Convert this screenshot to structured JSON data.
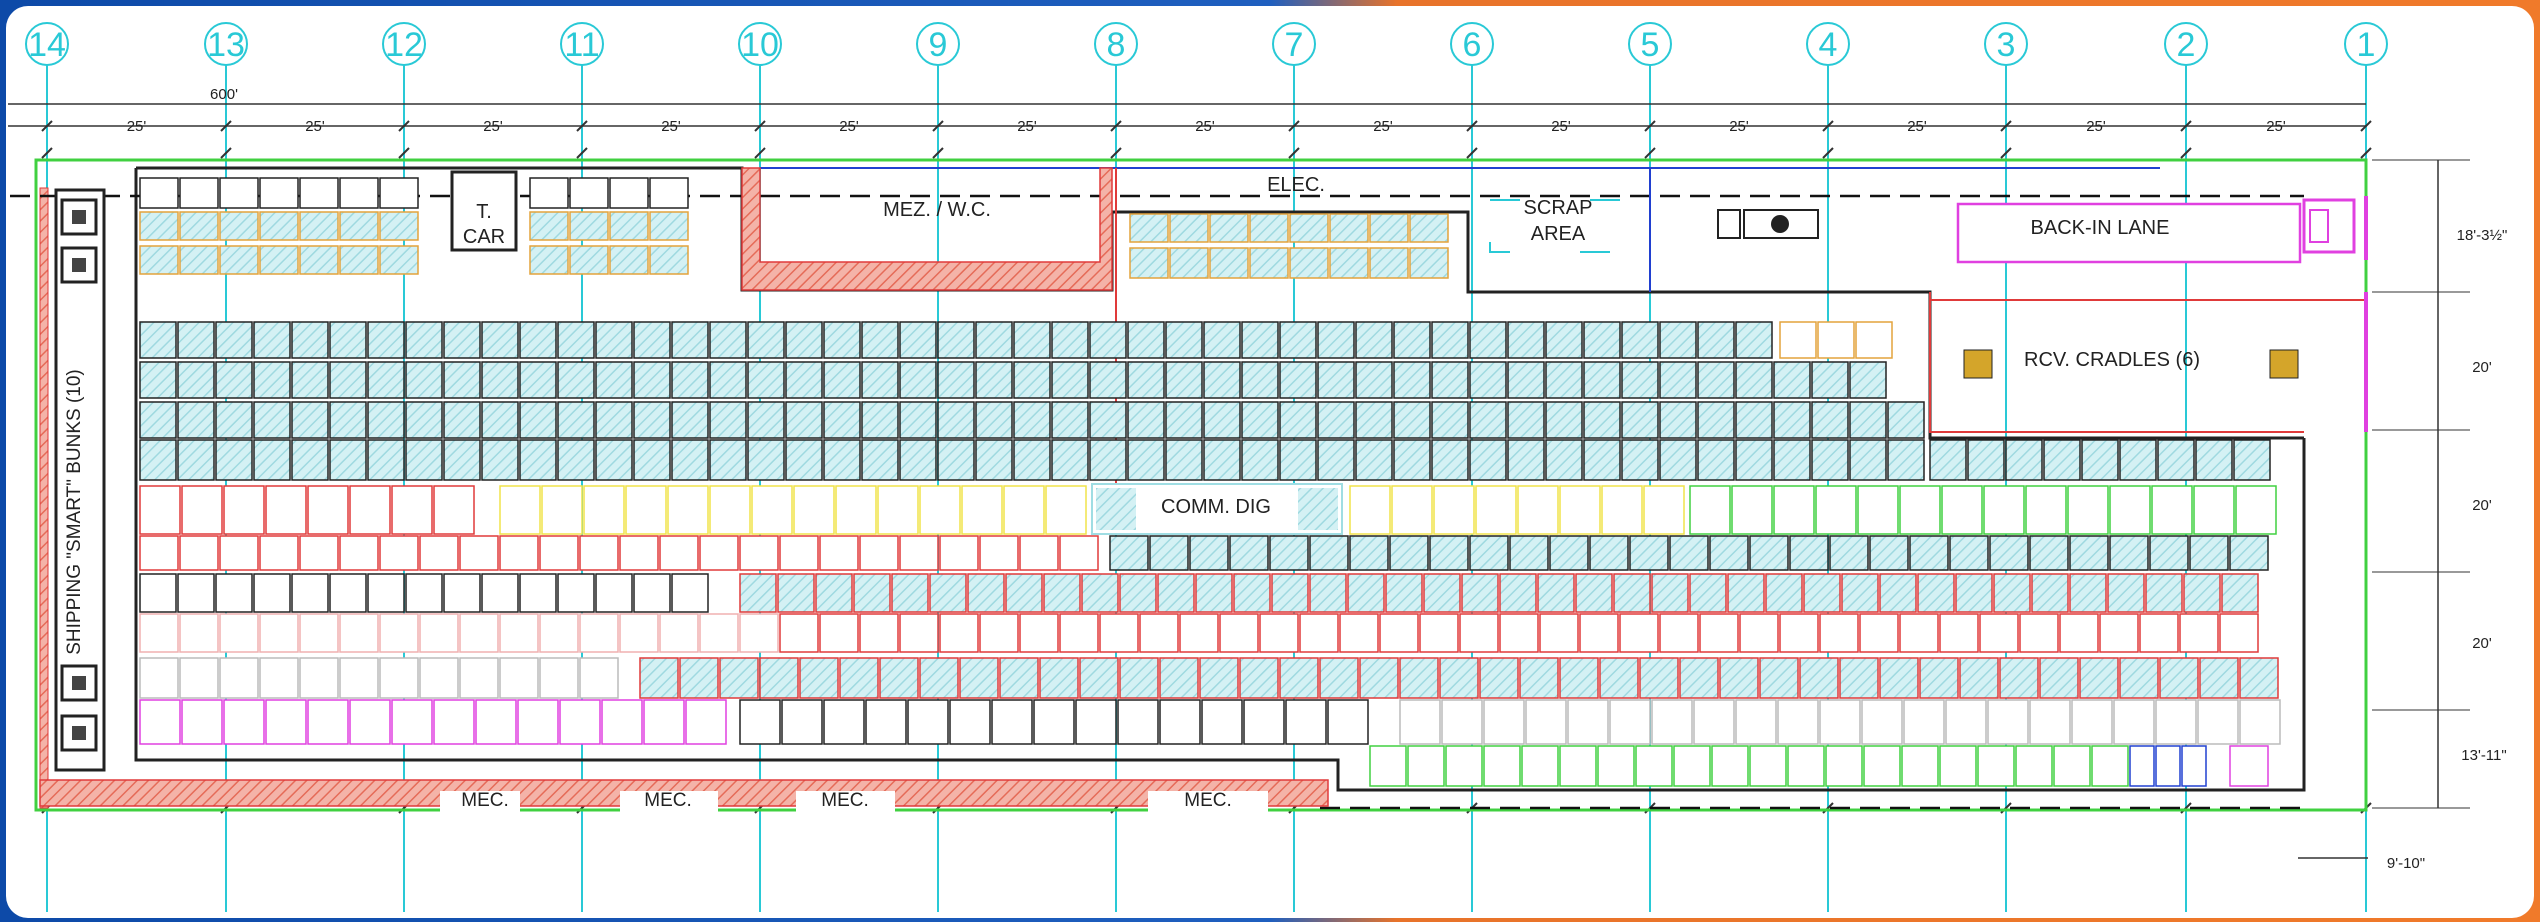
{
  "grid_lines": [
    "14",
    "13",
    "12",
    "11",
    "10",
    "9",
    "8",
    "7",
    "6",
    "5",
    "4",
    "3",
    "2",
    "1"
  ],
  "overall_dimension": "600'",
  "bay_dimension": "25'",
  "row_dimensions": [
    "18'-3½\"",
    "20'",
    "20'",
    "20'",
    "13'-11\""
  ],
  "bottom_dimension": "9'-10\"",
  "labels": {
    "elec": "ELEC.",
    "mez": "MEZ. / W.C.",
    "tcar_1": "T.",
    "tcar_2": "CAR",
    "scrap_1": "SCRAP",
    "scrap_2": "AREA",
    "back_in_lane": "BACK-IN LANE",
    "rcv_cradles": "RCV. CRADLES (6)",
    "comm_dig": "COMM. DIG",
    "shipping_bunks": "SHIPPING \"SMART\" BUNKS (10)",
    "mec": "MEC."
  },
  "colors": {
    "frame_left": "#0d4aa8",
    "frame_right": "#f07a2a",
    "grid": "#29c9d6",
    "teal_bay": "#9fdde3",
    "orange": "#e3a33c",
    "red": "#e03a3a",
    "yellow": "#f1e34a",
    "pink": "#f0b0b0",
    "green": "#40d040",
    "magenta": "#e040e0",
    "blue": "#2040d0",
    "gold": "#d4a52a"
  }
}
